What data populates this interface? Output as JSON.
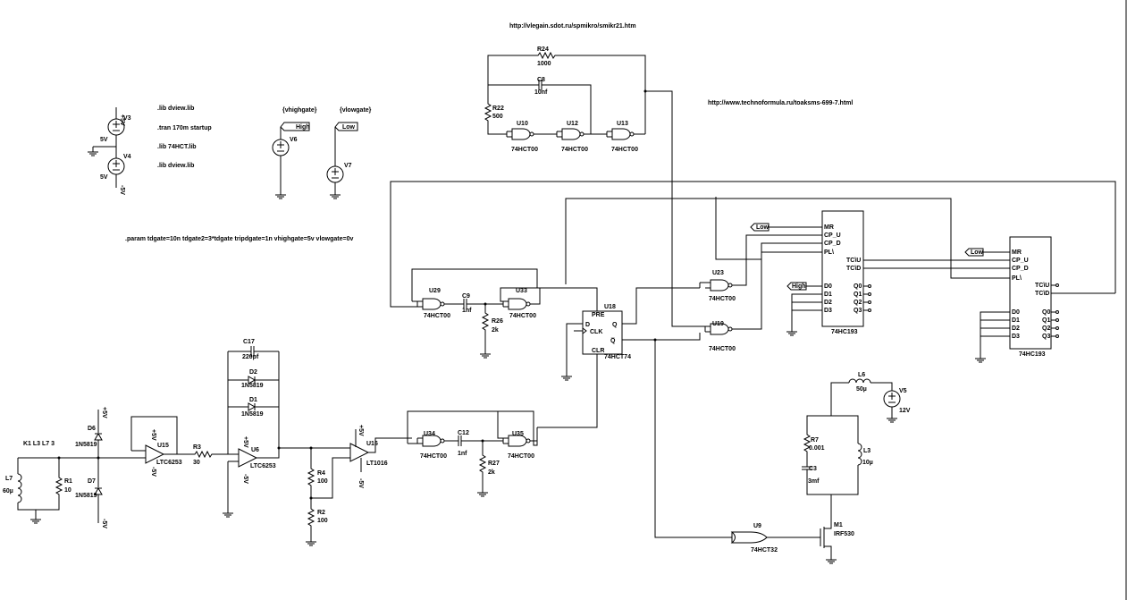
{
  "urls": {
    "top": "http://vlegain.sdot.ru/spmikro/smikr21.htm",
    "right": "http://www.technoformula.ru/toaksms-699-7.html"
  },
  "directives": [
    ".lib dview.lib",
    ".tran 170m startup",
    ".lib 74HCT.lib",
    ".lib dview.lib"
  ],
  "param": ".param tdgate=10n tdgate2=3*tdgate tripdgate=1n vhighgate=5v vlowgate=0v",
  "coupling": "K1 L3 L7 3",
  "sources": {
    "V3": {
      "name": "V3",
      "value": "5V",
      "plus": "+5V"
    },
    "V4": {
      "name": "V4",
      "value": "5V",
      "minus": "-5V"
    },
    "V6": {
      "name": "V6",
      "param": "{vhighgate}",
      "label": "High"
    },
    "V7": {
      "name": "V7",
      "param": "{vlowgate}",
      "label": "Low"
    },
    "V5": {
      "name": "V5",
      "value": "12V"
    }
  },
  "resistors": {
    "R24": {
      "name": "R24",
      "value": "1000"
    },
    "R22": {
      "name": "R22",
      "value": "500"
    },
    "R26": {
      "name": "R26",
      "value": "2k"
    },
    "R27": {
      "name": "R27",
      "value": "2k"
    },
    "R3": {
      "name": "R3",
      "value": "30"
    },
    "R4": {
      "name": "R4",
      "value": "100"
    },
    "R2": {
      "name": "R2",
      "value": "100"
    },
    "R1": {
      "name": "R1",
      "value": "10"
    },
    "R7": {
      "name": "R7",
      "value": "0.001"
    }
  },
  "capacitors": {
    "C8": {
      "name": "C8",
      "value": "10nf"
    },
    "C9": {
      "name": "C9",
      "value": "1nf"
    },
    "C12": {
      "name": "C12",
      "value": "1nf"
    },
    "C17": {
      "name": "C17",
      "value": "220pf"
    },
    "C3": {
      "name": "C3",
      "value": "3mf"
    }
  },
  "inductors": {
    "L7": {
      "name": "L7",
      "value": "60µ"
    },
    "L6": {
      "name": "L6",
      "value": "50µ"
    },
    "L3": {
      "name": "L3",
      "value": "10µ"
    }
  },
  "diodes": {
    "D6": {
      "name": "D6",
      "value": "1N5819"
    },
    "D7": {
      "name": "D7",
      "value": "1N5819"
    },
    "D2": {
      "name": "D2",
      "value": "1N5819"
    },
    "D1": {
      "name": "D1",
      "value": "1N5819"
    }
  },
  "gates": {
    "U10": {
      "name": "U10",
      "part": "74HCT00"
    },
    "U12": {
      "name": "U12",
      "part": "74HCT00"
    },
    "U13": {
      "name": "U13",
      "part": "74HCT00"
    },
    "U29": {
      "name": "U29",
      "part": "74HCT00"
    },
    "U33": {
      "name": "U33",
      "part": "74HCT00"
    },
    "U34": {
      "name": "U34",
      "part": "74HCT00"
    },
    "U35": {
      "name": "U35",
      "part": "74HCT00"
    },
    "U23": {
      "name": "U23",
      "part": "74HCT00"
    },
    "U19": {
      "name": "U19",
      "part": "74HCT00"
    },
    "U9": {
      "name": "U9",
      "part": "74HCT32"
    }
  },
  "opamps": {
    "U15": {
      "name": "U15",
      "part": "LTC6253"
    },
    "U6": {
      "name": "U6",
      "part": "LTC6253"
    },
    "U16": {
      "name": "U16",
      "part": "LT1016"
    }
  },
  "mosfet": {
    "name": "M1",
    "part": "IRF530"
  },
  "flipflop": {
    "name": "U18",
    "part": "74HCT74",
    "pins": {
      "pre": "PRE",
      "d": "D",
      "clk": "CLK",
      "q": "Q",
      "qb": "Q̅",
      "clr": "CLR"
    }
  },
  "counters": {
    "left": {
      "part": "74HC193",
      "pins_left": [
        "MR",
        "CP_U",
        "CP_D",
        "PL\\"
      ],
      "pins_right": [
        "TC\\U",
        "TC\\D"
      ],
      "d": [
        "D0",
        "D1",
        "D2",
        "D3"
      ],
      "q": [
        "Q0",
        "Q1",
        "Q2",
        "Q3"
      ]
    },
    "right": {
      "part": "74HC193",
      "pins_left": [
        "MR",
        "CP_U",
        "CP_D",
        "PL\\"
      ],
      "pins_right": [
        "TC\\U",
        "TC\\D"
      ],
      "d": [
        "D0",
        "D1",
        "D2",
        "D3"
      ],
      "q": [
        "Q0",
        "Q1",
        "Q2",
        "Q3"
      ]
    }
  },
  "net_labels": {
    "high": "High",
    "low": "Low",
    "plus5": "+5V",
    "minus5": "-5V"
  }
}
